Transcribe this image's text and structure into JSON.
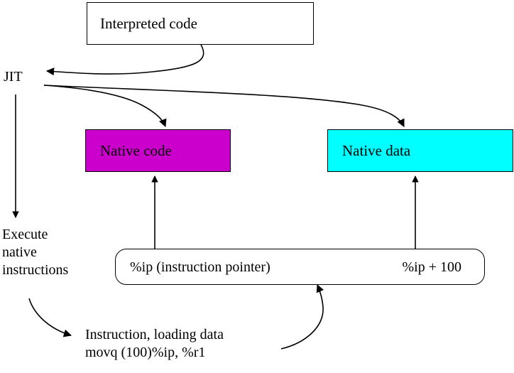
{
  "diagram": {
    "title": "JIT native code and data diagram",
    "colors": {
      "native_code_fill": "#cc00cc",
      "native_data_fill": "#00ffff",
      "box_stroke": "#000000",
      "background": "#ffffff",
      "text": "#000000"
    },
    "boxes": {
      "interpreted_code": {
        "label": "Interpreted code"
      },
      "native_code": {
        "label": "Native code"
      },
      "native_data": {
        "label": "Native data"
      },
      "instruction_pointer": {
        "left_label": "%ip (instruction pointer)",
        "right_label": "%ip + 100"
      }
    },
    "labels": {
      "jit": "JIT",
      "execute": "Execute\nnative\ninstructions",
      "instruction": "Instruction, loading data\nmovq (100)%ip, %r1"
    },
    "arrows": [
      {
        "name": "interpreted-code-to-jit",
        "from": "Interpreted code",
        "to": "JIT"
      },
      {
        "name": "jit-to-native-code",
        "from": "JIT",
        "to": "Native code"
      },
      {
        "name": "jit-to-native-data",
        "from": "JIT",
        "to": "Native data"
      },
      {
        "name": "jit-to-execute",
        "from": "JIT",
        "to": "Execute native instructions"
      },
      {
        "name": "ip-to-native-code",
        "from": "%ip (instruction pointer)",
        "to": "Native code"
      },
      {
        "name": "ip-offset-to-native-data",
        "from": "%ip + 100",
        "to": "Native data"
      },
      {
        "name": "execute-to-instruction",
        "from": "Execute native instructions",
        "to": "Instruction, loading data"
      },
      {
        "name": "instruction-to-ip",
        "from": "Instruction, loading data",
        "to": "%ip (instruction pointer)"
      }
    ]
  }
}
